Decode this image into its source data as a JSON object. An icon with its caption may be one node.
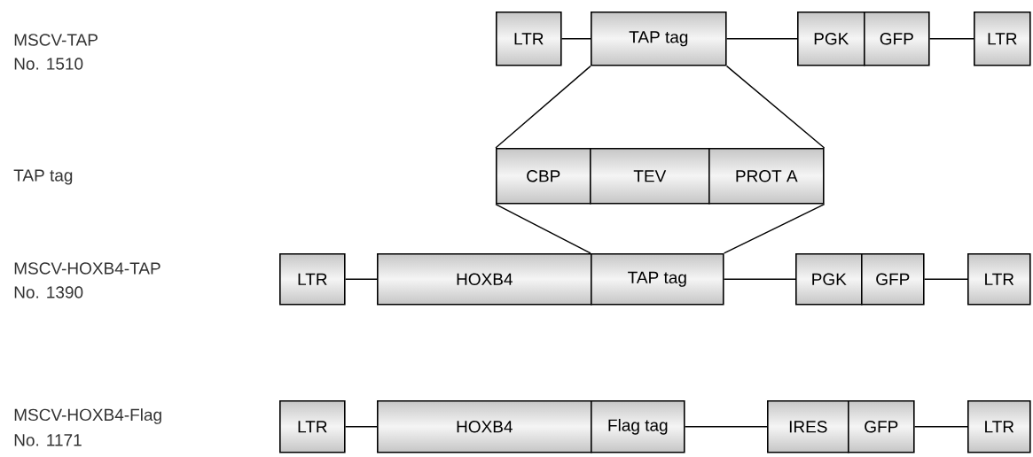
{
  "diagram": {
    "nodes": [
      {
        "text": [
          "LTR"
        ]
      },
      {
        "text": [
          "TAP tag"
        ]
      },
      {
        "text": [
          "PGK"
        ]
      },
      {
        "text": [
          "GFP"
        ]
      },
      {
        "text": [
          "LTR"
        ]
      },
      {
        "text": [
          "CBP"
        ]
      },
      {
        "text": [
          "TEV"
        ]
      },
      {
        "text": [
          "PROT A"
        ]
      },
      {
        "text": [
          "LTR"
        ]
      },
      {
        "text": [
          "HOXB4"
        ]
      },
      {
        "text": [
          "TAP tag"
        ]
      },
      {
        "text": [
          "PGK"
        ]
      },
      {
        "text": [
          "GFP"
        ]
      },
      {
        "text": [
          "LTR"
        ]
      },
      {
        "text": [
          "LTR"
        ]
      },
      {
        "text": [
          "HOXB4"
        ]
      },
      {
        "text": [
          "Flag tag"
        ]
      },
      {
        "text": [
          "IRES"
        ]
      },
      {
        "text": [
          "GFP"
        ]
      },
      {
        "text": [
          "LTR"
        ]
      }
    ],
    "edges": [
      {
        "from": 0,
        "to": 1,
        "arrow": "none"
      },
      {
        "from": 1,
        "to": 2,
        "arrow": "none"
      },
      {
        "from": 3,
        "to": 4,
        "arrow": "none"
      },
      {
        "from": 1,
        "to": 5,
        "arrow": "none"
      },
      {
        "from": 1,
        "to": 7,
        "arrow": "none"
      },
      {
        "from": 5,
        "to": 10,
        "arrow": "none"
      },
      {
        "from": 7,
        "to": 10,
        "arrow": "none"
      },
      {
        "from": 8,
        "to": 9,
        "arrow": "none"
      },
      {
        "from": 10,
        "to": 11,
        "arrow": "none"
      },
      {
        "from": 12,
        "to": 13,
        "arrow": "none"
      },
      {
        "from": 14,
        "to": 15,
        "arrow": "none"
      },
      {
        "from": 16,
        "to": 17,
        "arrow": "none"
      },
      {
        "from": 18,
        "to": 19,
        "arrow": "none"
      }
    ],
    "labels": [
      "MSCV-TAP",
      "No. 1510",
      "TAP tag",
      "MSCV-HOXB4-TAP",
      "No. 1390",
      "MSCV-HOXB4-Flag",
      "No. 1171"
    ]
  }
}
